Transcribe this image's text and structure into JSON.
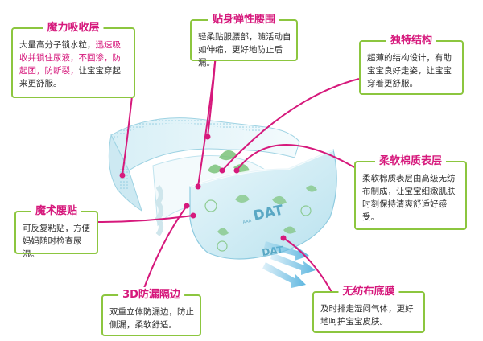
{
  "colors": {
    "title": "#d6197c",
    "border": "#8cc63f",
    "text": "#2f2f2f",
    "diaper_blue": "#a9dbe8",
    "leaf_green": "#7cc37a",
    "arrow_blue": "#5fb7e0"
  },
  "callouts": {
    "absorb": {
      "title": "魔力吸收层",
      "text_a": "大量高分子锁水粒，",
      "text_hl1": "迅速吸收并锁住尿液，不回渗，",
      "text_hl2": "防起团，防断裂，",
      "text_b": "让宝宝穿起来更舒服。"
    },
    "waist": {
      "title": "贴身弹性腰围",
      "text": "轻柔贴服腰部，随活动自如伸缩，更好地防止后漏。"
    },
    "structure": {
      "title": "独特结构",
      "text": "超薄的结构设计，有助宝宝良好走姿，让宝宝穿着更舒服。"
    },
    "surface": {
      "title": "柔软棉质表层",
      "text": "柔软棉质表层由高级无纺布制成，让宝宝细嫩肌肤时刻保持清爽舒适好感受。"
    },
    "tape": {
      "title": "魔术腰贴",
      "text": "可反复粘贴，方便妈妈随时检查尿湿。"
    },
    "leakguard": {
      "title": "3D防漏隔边",
      "text": "双重立体防漏边，防止侧漏，柔软舒适。"
    },
    "backsheet": {
      "title": "无纺布底膜",
      "text": "及时排走湿闷气体，更好地呵护宝宝皮肤。"
    }
  },
  "product": {
    "brand_large": "DAT",
    "brand_small": "DAT",
    "prefix": "AAA"
  }
}
